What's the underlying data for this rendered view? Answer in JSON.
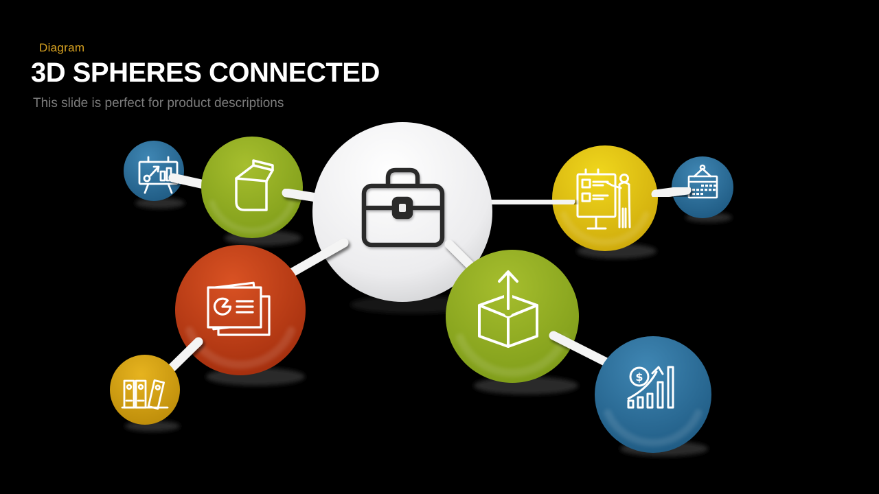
{
  "slide": {
    "category_label": "Diagram",
    "title": "3D SPHERES CONNECTED",
    "subtitle": "This slide is perfect for product descriptions"
  },
  "colors": {
    "background": "#000000",
    "category_label": "#D9A321",
    "title": "#FFFFFF",
    "subtitle": "#7D7D7D",
    "connector": "#F4F4F4",
    "icon_stroke": "#FFFFFF",
    "briefcase_stroke": "#2A2A2A",
    "shadow": "#2C2C2C",
    "blue_top": "#3F86B3",
    "blue_bottom": "#1D5880",
    "green_top": "#A6BE2E",
    "green_bottom": "#7C9A18",
    "orange_top": "#D95223",
    "orange_bottom": "#A02C0C",
    "gold_top": "#E6B31F",
    "gold_bottom": "#BA8A08",
    "yellow_top": "#F0D71D",
    "yellow_bottom": "#CCA70A",
    "white_top": "#FFFFFF",
    "white_bottom": "#CDCED0"
  },
  "diagram": {
    "central": {
      "icon": "briefcase-icon",
      "color": "white"
    },
    "nodes": [
      {
        "icon": "flipchart-growth-icon",
        "color": "blue"
      },
      {
        "icon": "book-icon",
        "color": "green"
      },
      {
        "icon": "presentation-slides-icon",
        "color": "orange"
      },
      {
        "icon": "binders-icon",
        "color": "gold"
      },
      {
        "icon": "presenter-board-icon",
        "color": "yellow"
      },
      {
        "icon": "wall-calendar-icon",
        "color": "blue"
      },
      {
        "icon": "product-box-icon",
        "color": "green"
      },
      {
        "icon": "revenue-growth-icon",
        "color": "blue"
      }
    ],
    "currency_symbol": "$"
  }
}
